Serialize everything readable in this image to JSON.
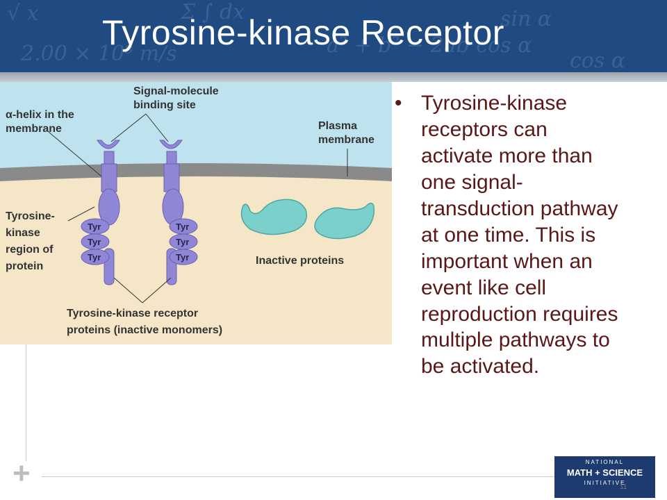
{
  "slide": {
    "title": "Tyrosine-kinase Receptor",
    "bullet_symbol": "•",
    "bullet": "Tyrosine-kinase receptors can activate more than one signal-transduction pathway at one time.  This is important when an event like cell reproduction requires multiple pathways to be activated.",
    "page_number": "11"
  },
  "diagram": {
    "labels": {
      "alpha_helix": [
        "α-helix in the",
        "membrane"
      ],
      "binding_site": [
        "Signal-molecule",
        "binding site"
      ],
      "plasma_membrane": [
        "Plasma",
        "membrane"
      ],
      "tk_region": [
        "Tyrosine-",
        "kinase",
        "region of",
        "protein"
      ],
      "inactive_proteins": "Inactive proteins",
      "receptor_proteins": [
        "Tyrosine-kinase receptor",
        "proteins (inactive monomers)"
      ],
      "tyr": "Tyr"
    },
    "colors": {
      "extracellular": "#bfe3ee",
      "membrane": "#8a8a8a",
      "cytoplasm": "#f4e6c6",
      "receptor": "#8f86d6",
      "inactive_protein": "#7cd0cc"
    }
  },
  "logo": {
    "line1": "NATIONAL",
    "line2": "MATH + SCIENCE",
    "line3": "INITIATIVE"
  },
  "colors": {
    "header": "#1f4b82",
    "bullet_text": "#5b1717"
  }
}
